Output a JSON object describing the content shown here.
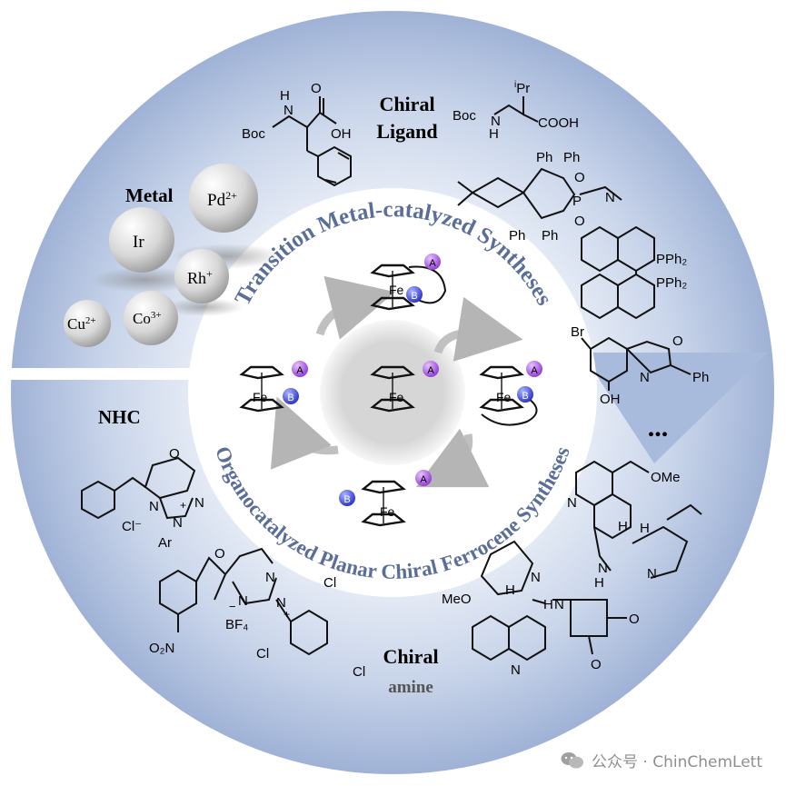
{
  "colors": {
    "ring_dark": "#9fb2d6",
    "ring_light": "#eef2f9",
    "arc_text": "#5a6e99",
    "purple_ball": "#9b3fdc",
    "blue_ball": "#2d2fd6",
    "center_disc": "#d9d9d9"
  },
  "arc_titles": {
    "top": "Transition Metal-catalyzed Syntheses",
    "bottom": "Organocatalyzed Planar Chiral Ferrocene Syntheses"
  },
  "labels": {
    "metal": "Metal",
    "chiral_ligand_1": "Chiral",
    "chiral_ligand_2": "Ligand",
    "nhc": "NHC",
    "chiral_amine_1": "Chiral",
    "chiral_amine_2": "amine",
    "ellipsis": "..."
  },
  "metals": {
    "pd_base": "Pd",
    "pd_sup": "2+",
    "ir": "Ir",
    "rh_base": "Rh",
    "rh_sup": "+",
    "cu_base": "Cu",
    "cu_sup": "2+",
    "co_base": "Co",
    "co_sup": "3+"
  },
  "ferrocene": {
    "fe": "Fe",
    "a": "A",
    "b": "B"
  },
  "chem": {
    "boc": "Boc",
    "nh": "N",
    "h": "H",
    "oh": "OH",
    "o": "O",
    "cooh": "COOH",
    "ipr": "Pr",
    "ipr_sup": "i",
    "ph": "Ph",
    "p": "P",
    "n": "N",
    "pph2": "PPh₂",
    "br": "Br",
    "cl": "Cl",
    "cl_minus": "Cl⁻",
    "ar": "Ar",
    "bf4": "BF₄",
    "o2n": "O₂N",
    "ome": "OMe",
    "meo": "MeO",
    "plus": "+",
    "minus": "−"
  },
  "watermark": "公众号 · ChinChemLett"
}
